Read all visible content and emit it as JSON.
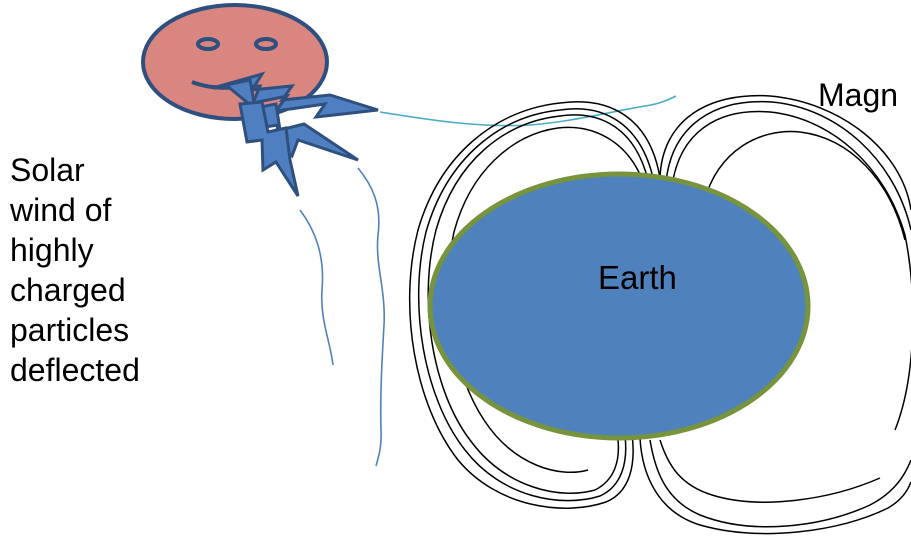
{
  "labels": {
    "solar_wind_lines": [
      "Solar",
      "wind of",
      "highly",
      "charged",
      "particles",
      "deflected"
    ],
    "earth": "Earth",
    "magnetosphere_partial": "Magn"
  },
  "colors": {
    "sun_face_fill": "#d98580",
    "sun_face_stroke": "#2f4f7f",
    "lightning_fill": "#4f7fc0",
    "lightning_stroke": "#2f4f7f",
    "earth_fill": "#4f81bd",
    "earth_stroke": "#77933c",
    "field_lines": "#000000",
    "wind_path_upper": "#4bacc6",
    "wind_path_lower": "#4f81bd"
  },
  "icons": {
    "sun": "smiley-sun-face-icon",
    "lightning": "lightning-bolt-icon"
  }
}
